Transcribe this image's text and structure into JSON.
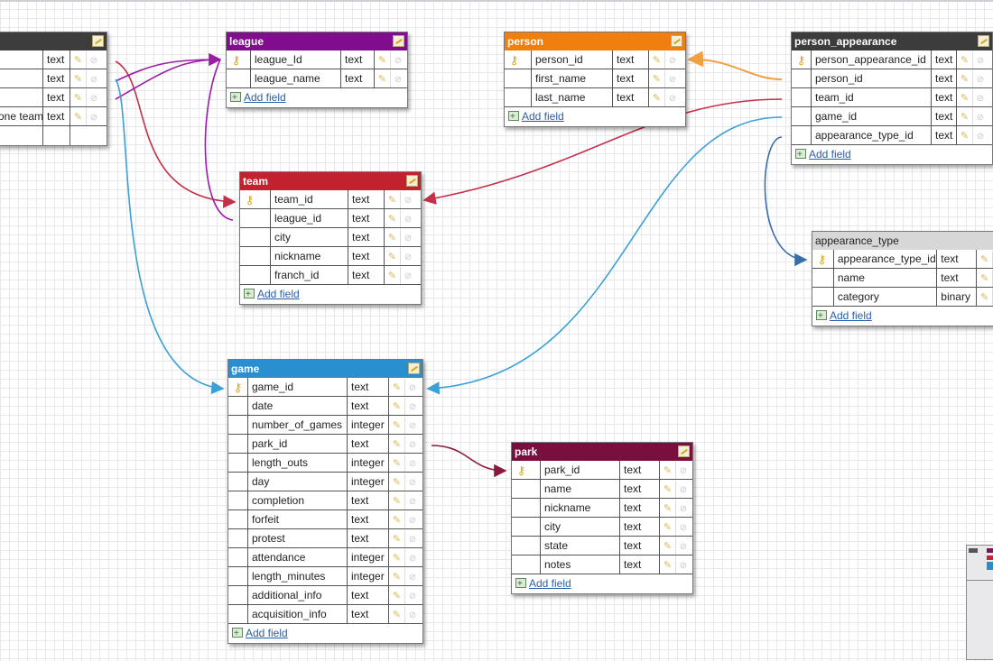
{
  "add_field_label": "Add field",
  "colors": {
    "unnamed": "#3d3d3d",
    "league": "#7f0d8e",
    "person": "#f07f10",
    "person_appearance": "#3c3c3c",
    "team": "#c1222e",
    "appearance_type": "#d7d7d7",
    "game": "#2a8fd0",
    "park": "#7a0f3e",
    "link_orange": "#f0a040",
    "link_red": "#c43048",
    "link_purple": "#9a1da6",
    "link_blue": "#3ba0d6",
    "link_darkblue": "#3b6ea8",
    "link_maroon": "#8a1a3c"
  },
  "tables": {
    "unnamed": {
      "name": "",
      "rows": [
        {
          "field": "",
          "type": "text"
        },
        {
          "field": "",
          "type": "text"
        },
        {
          "field": "",
          "type": "text"
        },
        {
          "field": "one team",
          "type": "text"
        },
        {
          "field": "",
          "type": ""
        }
      ]
    },
    "league": {
      "name": "league",
      "rows": [
        {
          "field": "league_Id",
          "type": "text",
          "key": true
        },
        {
          "field": "league_name",
          "type": "text"
        }
      ]
    },
    "person": {
      "name": "person",
      "rows": [
        {
          "field": "person_id",
          "type": "text",
          "key": true
        },
        {
          "field": "first_name",
          "type": "text"
        },
        {
          "field": "last_name",
          "type": "text"
        }
      ]
    },
    "person_appearance": {
      "name": "person_appearance",
      "rows": [
        {
          "field": "person_appearance_id",
          "type": "text",
          "key": true
        },
        {
          "field": "person_id",
          "type": "text"
        },
        {
          "field": "team_id",
          "type": "text"
        },
        {
          "field": "game_id",
          "type": "text"
        },
        {
          "field": "appearance_type_id",
          "type": "text"
        }
      ]
    },
    "team": {
      "name": "team",
      "rows": [
        {
          "field": "team_id",
          "type": "text",
          "key": true
        },
        {
          "field": "league_id",
          "type": "text"
        },
        {
          "field": "city",
          "type": "text"
        },
        {
          "field": "nickname",
          "type": "text"
        },
        {
          "field": "franch_id",
          "type": "text"
        }
      ]
    },
    "appearance_type": {
      "name": "appearance_type",
      "rows": [
        {
          "field": "appearance_type_id",
          "type": "text",
          "key": true
        },
        {
          "field": "name",
          "type": "text"
        },
        {
          "field": "category",
          "type": "binary"
        }
      ]
    },
    "game": {
      "name": "game",
      "rows": [
        {
          "field": "game_id",
          "type": "text",
          "key": true
        },
        {
          "field": "date",
          "type": "text"
        },
        {
          "field": "number_of_games",
          "type": "integer"
        },
        {
          "field": "park_id",
          "type": "text"
        },
        {
          "field": "length_outs",
          "type": "integer"
        },
        {
          "field": "day",
          "type": "integer"
        },
        {
          "field": "completion",
          "type": "text"
        },
        {
          "field": "forfeit",
          "type": "text"
        },
        {
          "field": "protest",
          "type": "text"
        },
        {
          "field": "attendance",
          "type": "integer"
        },
        {
          "field": "length_minutes",
          "type": "integer"
        },
        {
          "field": "additional_info",
          "type": "text"
        },
        {
          "field": "acquisition_info",
          "type": "text"
        }
      ]
    },
    "park": {
      "name": "park",
      "rows": [
        {
          "field": "park_id",
          "type": "text",
          "key": true
        },
        {
          "field": "name",
          "type": "text"
        },
        {
          "field": "nickname",
          "type": "text"
        },
        {
          "field": "city",
          "type": "text"
        },
        {
          "field": "state",
          "type": "text"
        },
        {
          "field": "notes",
          "type": "text"
        }
      ]
    }
  }
}
